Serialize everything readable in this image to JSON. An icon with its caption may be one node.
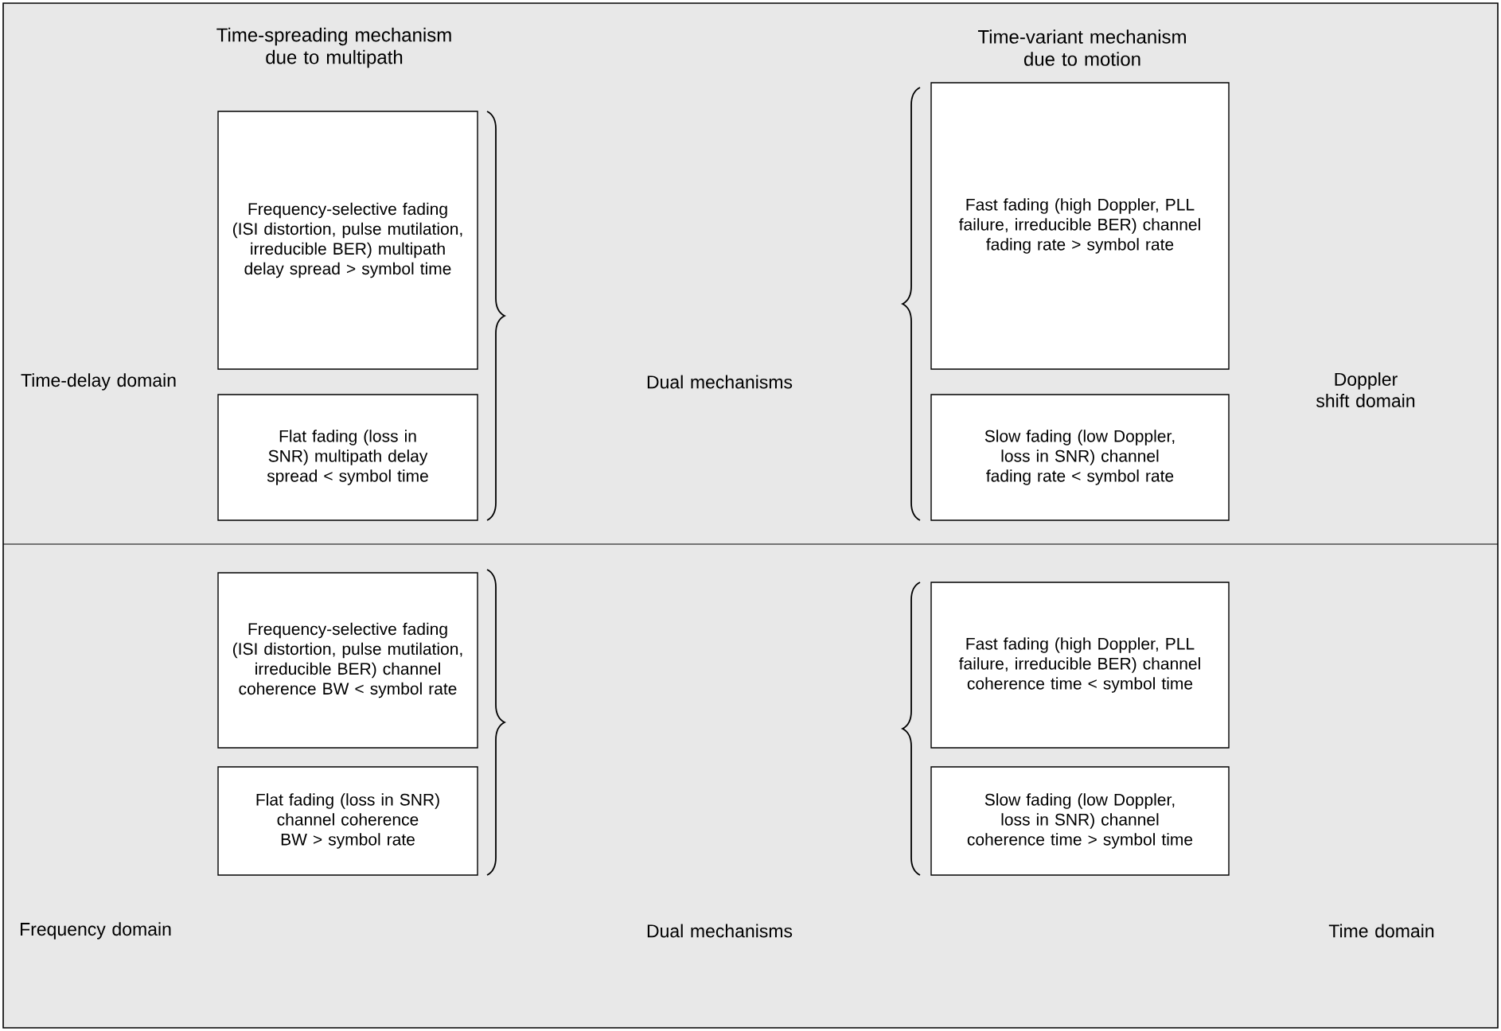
{
  "diagram": {
    "nodes": [
      {
        "text": [
          "Frequency-selective fading (ISI distortion, pulse mutilation, irreducible BER) multipath delay spread > symbol time"
        ]
      },
      {
        "text": [
          "Flat fading (loss in SNR) multipath delay spread < symbol time"
        ]
      },
      {
        "text": [
          "Fast fading (high Doppler, PLL failure, irreducible BER) channel fading rate > symbol rate"
        ]
      },
      {
        "text": [
          "Slow fading (low Doppler, loss in SNR) channel fading rate < symbol rate"
        ]
      },
      {
        "text": [
          "Frequency-selective fading (ISI distortion, pulse mutilation, irreducible BER) channel coherence BW < symbol rate"
        ]
      },
      {
        "text": [
          "Flat fading (loss in SNR) channel coherence BW > symbol rate"
        ]
      },
      {
        "text": [
          "Fast fading (high Doppler, PLL failure, irreducible BER) channel coherence time < symbol time"
        ]
      },
      {
        "text": [
          "Slow fading (low Doppler, loss in SNR) channel coherence time > symbol time"
        ]
      }
    ],
    "labels": [
      "Time-spreading mechanism due to multipath",
      "Time-variant mechanism due to motion",
      "Time-delay domain",
      "Dual mechanisms",
      "Doppler shift domain",
      "Frequency domain",
      "Dual mechanisms",
      "Time domain"
    ]
  }
}
